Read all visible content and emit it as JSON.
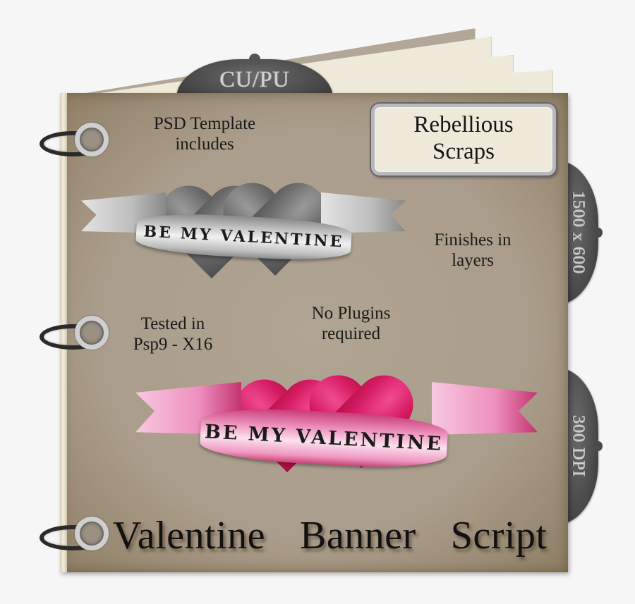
{
  "product": {
    "tabs": {
      "top": "CU/PU",
      "size": "1500 x 600",
      "dpi": "300 DPI"
    },
    "brand": {
      "line1": "Rebellious",
      "line2": "Scraps"
    },
    "features": {
      "psd_line1": "PSD Template",
      "psd_line2": "includes",
      "layers_line1": "Finishes in",
      "layers_line2": "layers",
      "tested_line1": "Tested in",
      "tested_line2": "Psp9 - X16",
      "plugins_line1": "No Plugins",
      "plugins_line2": "required"
    },
    "banners": {
      "gray_text": "BE MY VALENTINE",
      "pink_text": "BE MY VALENTINE"
    },
    "title": "Valentine  Banner  Script"
  },
  "colors": {
    "background": "#f6f6f6",
    "cover": "#aa9d8b",
    "pages": "#efe9d9",
    "tab": "#4a4a4a",
    "pink_heart": "#d61c62",
    "gray_heart": "#6b6b6b"
  }
}
